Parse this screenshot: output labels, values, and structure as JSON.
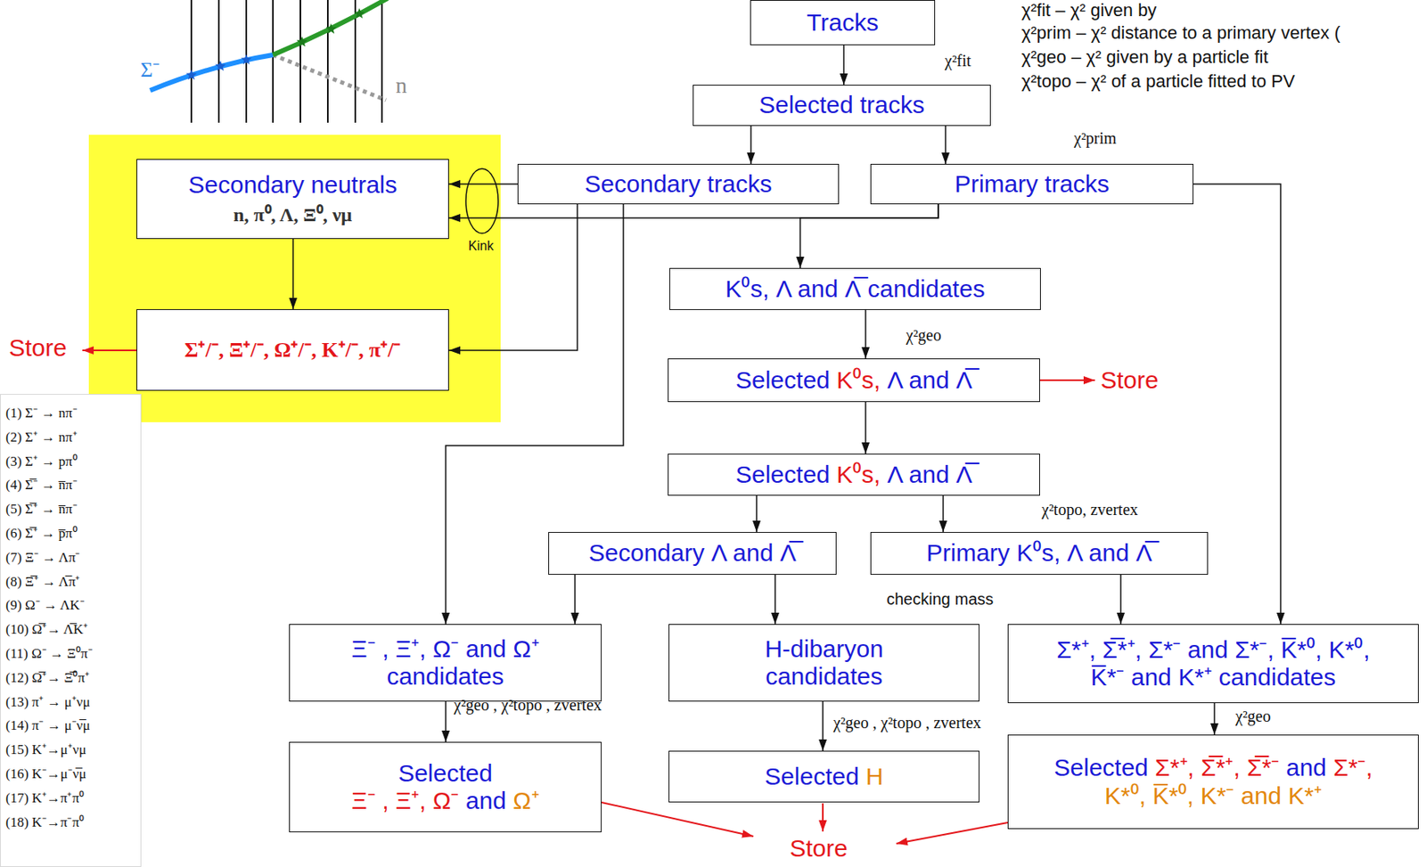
{
  "diagram": {
    "nodes": [
      {
        "text": [
          "Tracks"
        ]
      },
      {
        "text": [
          "Selected tracks"
        ]
      },
      {
        "text": [
          "Secondary neutrals",
          "n, π⁰, Λ, Ξ⁰, νμ"
        ]
      },
      {
        "text": [
          "Secondary tracks"
        ]
      },
      {
        "text": [
          "Primary tracks"
        ]
      },
      {
        "text": [
          "Σ⁺/⁻, Ξ⁺/⁻, Ω⁺/⁻, K⁺/⁻, π⁺/⁻"
        ]
      },
      {
        "text": [
          "K⁰s, Λ and Λ̅ candidates"
        ]
      },
      {
        "text": [
          "Selected K⁰s, Λ and Λ̅"
        ]
      },
      {
        "text": [
          "Selected K⁰s, Λ and Λ̅"
        ]
      },
      {
        "text": [
          "Secondary Λ and Λ̅"
        ]
      },
      {
        "text": [
          "Primary K⁰s, Λ and Λ̅"
        ]
      },
      {
        "text": [
          "Ξ⁻ , Ξ⁺, Ω⁻ and Ω⁺ candidates"
        ]
      },
      {
        "text": [
          "H-dibaryon candidates"
        ]
      },
      {
        "text": [
          "Σ*⁺, Σ̅*⁺, Σ*⁻ and Σ*⁻, K̅*⁰, K*⁰, K̅*⁻ and K*⁺ candidates"
        ]
      },
      {
        "text": [
          "Selected Ξ⁻ , Ξ⁺, Ω⁻ and Ω⁺"
        ]
      },
      {
        "text": [
          "Selected H"
        ]
      },
      {
        "text": [
          "Selected Σ*⁺, Σ̅*⁺, Σ̅*⁻ and Σ*⁻, K*⁰, K̅*⁰, K*⁻ and K*⁺"
        ]
      },
      {
        "text": [
          "(1) Σ⁻ → nπ⁻",
          "(2) Σ⁺ → nπ⁺",
          "(3) Σ⁺ → pπ⁰",
          "(4) Σ̅⁻ → n̅π⁻",
          "(5) Σ̅⁺ → n̅π⁻",
          "(6) Σ̅⁺ → p̅π⁰",
          "(7) Ξ⁻ → Λπ⁻",
          "(8) Ξ̅⁺ → Λ̅π⁺",
          "(9) Ω⁻ → ΛK⁻",
          "(10) Ω̅⁺→ Λ̅K⁺",
          "(11) Ω⁻ → Ξ⁰π⁻",
          "(12) Ω̅⁺→ Ξ̅⁰π⁺",
          "(13) π⁺ → μ⁺νμ",
          "(14) π⁻ → μ⁻ν̅μ",
          "(15) K⁺→μ⁺νμ",
          "(16) K⁻→μ⁻ν̅μ",
          "(17) K⁺→π⁺π⁰",
          "(18) K⁻→π⁻π⁰"
        ]
      }
    ],
    "edges": [
      {
        "from": 0,
        "to": 1,
        "arrow": "to",
        "label": "χ²fit"
      },
      {
        "from": 1,
        "to": 3,
        "arrow": "to"
      },
      {
        "from": 1,
        "to": 4,
        "arrow": "to",
        "label": "χ²prim"
      },
      {
        "from": 3,
        "to": 2,
        "arrow": "to"
      },
      {
        "from": 4,
        "to": 2,
        "arrow": "to"
      },
      {
        "from": 4,
        "to": 6,
        "arrow": "to"
      },
      {
        "from": 3,
        "to": 5,
        "arrow": "to"
      },
      {
        "from": 3,
        "to": 11,
        "arrow": "to"
      },
      {
        "from": 2,
        "to": 5,
        "arrow": "to"
      },
      {
        "from": 6,
        "to": 7,
        "arrow": "to",
        "label": "χ²geo"
      },
      {
        "from": 7,
        "to": 8,
        "arrow": "to"
      },
      {
        "from": 8,
        "to": 9,
        "arrow": "to"
      },
      {
        "from": 8,
        "to": 10,
        "arrow": "to",
        "label": "χ²topo, zvertex"
      },
      {
        "from": 9,
        "to": 11,
        "arrow": "to"
      },
      {
        "from": 9,
        "to": 12,
        "arrow": "to"
      },
      {
        "from": 10,
        "to": 13,
        "arrow": "to"
      },
      {
        "from": 4,
        "to": 13,
        "arrow": "to"
      },
      {
        "from": 11,
        "to": 14,
        "arrow": "to",
        "label": "χ²geo , χ²topo , zvertex"
      },
      {
        "from": 12,
        "to": 15,
        "arrow": "to",
        "label": "χ²geo , χ²topo , zvertex"
      },
      {
        "from": 13,
        "to": 16,
        "arrow": "to",
        "label": "χ²geo"
      }
    ],
    "labels": [
      "χ²fit – χ² given by",
      "χ²prim – χ² distance to a primary vertex (",
      "χ²geo – χ² given by a particle fit",
      "χ²topo – χ² of a particle fitted to PV",
      "Σ⁻",
      "n",
      "Kink",
      "Store",
      "Store",
      "checking mass",
      "Store"
    ]
  }
}
